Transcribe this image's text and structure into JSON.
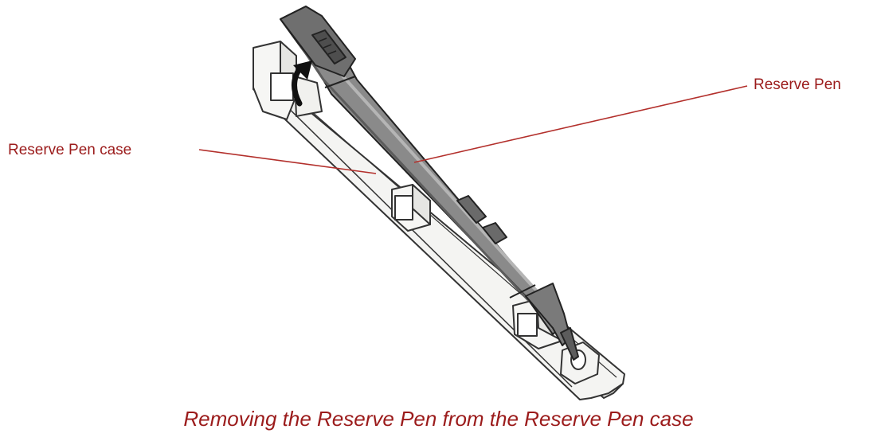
{
  "callouts": {
    "pen": "Reserve Pen",
    "case": "Reserve Pen case"
  },
  "caption": "Removing the Reserve Pen from the Reserve Pen case",
  "colors": {
    "label_text": "#9b1b1b",
    "leader_line": "#b3302c",
    "pen_body": "#8a8a8a",
    "pen_dark": "#5c5c5c",
    "pen_outline": "#222222",
    "case_fill": "#f4f4f2",
    "case_outline": "#333333",
    "arrow": "#111111"
  },
  "icons": {
    "direction_arrow": "curved-arrow-up-icon"
  }
}
